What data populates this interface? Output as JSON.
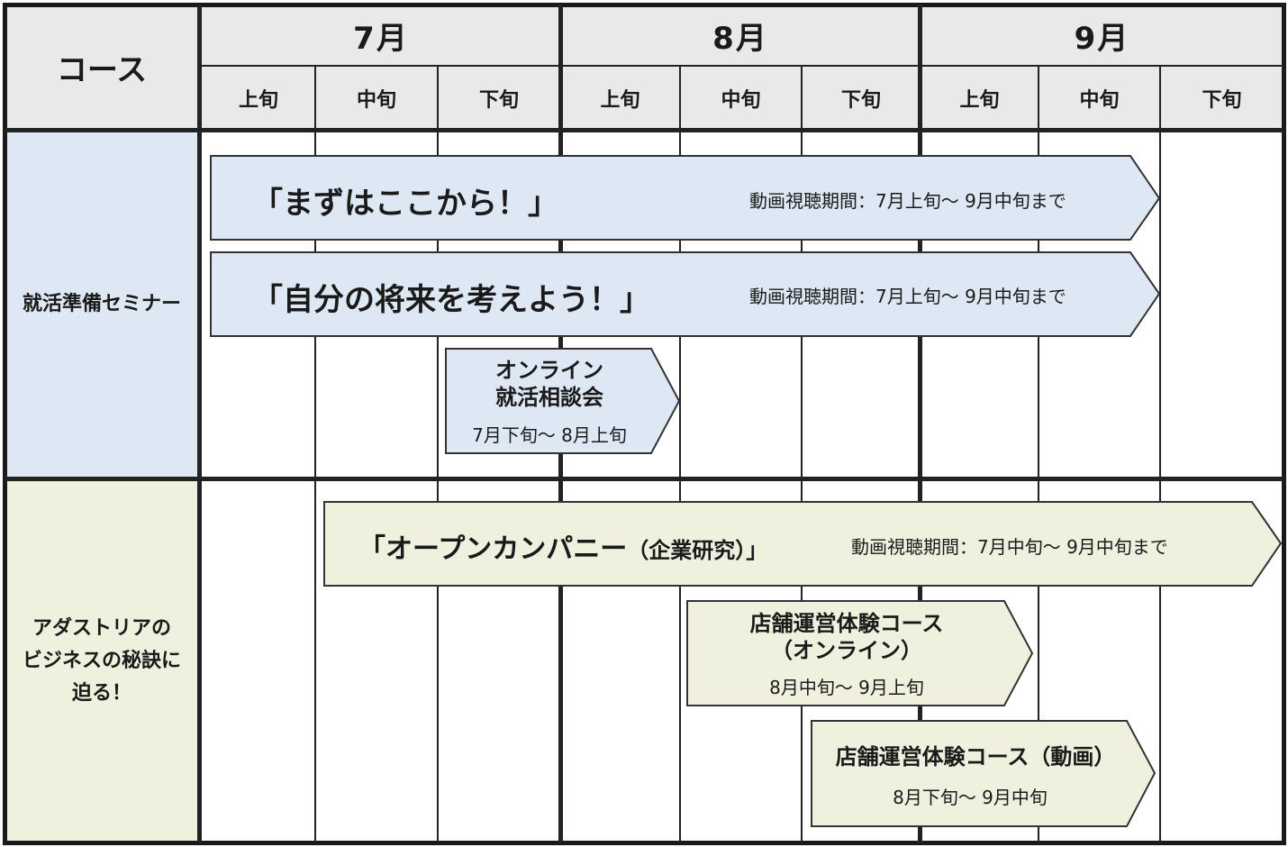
{
  "header": {
    "course_label": "コース",
    "months": [
      {
        "label": "7月",
        "periods": [
          "上旬",
          "中旬",
          "下旬"
        ]
      },
      {
        "label": "8月",
        "periods": [
          "上旬",
          "中旬",
          "下旬"
        ]
      },
      {
        "label": "9月",
        "periods": [
          "上旬",
          "中旬",
          "下旬"
        ]
      }
    ]
  },
  "rows": [
    {
      "label": "就活準備セミナー",
      "color": "#dde8f4",
      "items": [
        {
          "title": "「まずはここから！」",
          "note": "動画視聴期間：7月上旬～ 9月中旬まで"
        },
        {
          "title": "「自分の将来を考えよう！」",
          "note": "動画視聴期間：7月上旬～ 9月中旬まで"
        },
        {
          "title": "オンライン\n就活相談会",
          "note": "7月下旬～ 8月上旬"
        }
      ]
    },
    {
      "label": "アダストリアの\nビジネスの秘訣に\n迫る！",
      "color": "#f0f0de",
      "items": [
        {
          "title": "「オープンカンパニー",
          "title_suffix": "（企業研究）」",
          "note": "動画視聴期間：7月中旬～ 9月中旬まで"
        },
        {
          "title": "店舗運営体験コース\n（オンライン）",
          "note": "8月中旬～ 9月上旬"
        },
        {
          "title": "店舗運営体験コース（動画）",
          "note": "8月下旬～ 9月中旬"
        }
      ]
    }
  ],
  "colors": {
    "grid": "#1a1a1a",
    "header_bg": "#e9e9e9",
    "row1_bg": "#dde8f4",
    "row2_bg": "#f0f0de",
    "bar_stroke": "#333333"
  }
}
